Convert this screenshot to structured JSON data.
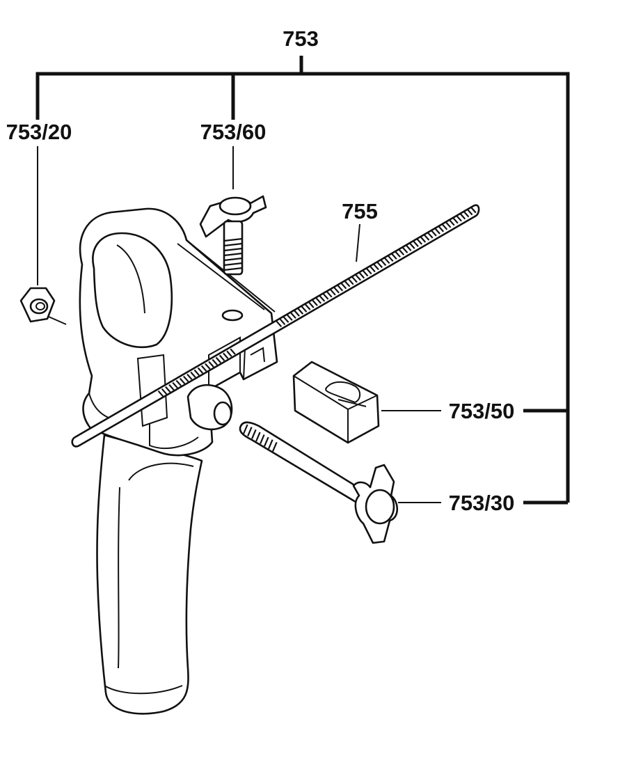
{
  "diagram": {
    "labels": {
      "assembly": "753",
      "nut": "753/20",
      "clamp_screw": "753/60",
      "depth_rod": "755",
      "clamp_block": "753/50",
      "handle_screw": "753/30"
    },
    "line_color": "#111111",
    "background": "#ffffff"
  }
}
